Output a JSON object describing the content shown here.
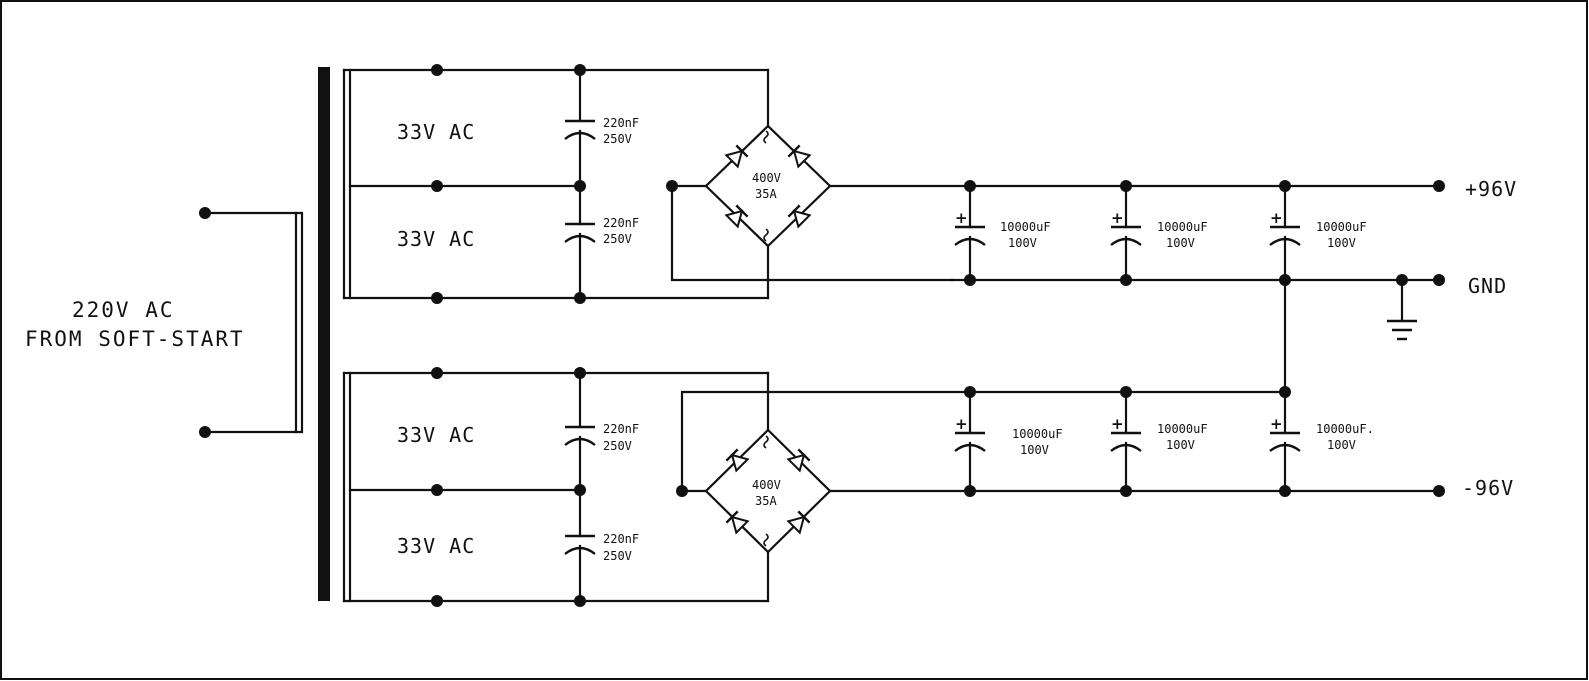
{
  "input": {
    "line1": "220V AC",
    "line2": "FROM SOFT-START"
  },
  "windings": [
    {
      "label": "33V AC"
    },
    {
      "label": "33V AC"
    },
    {
      "label": "33V AC"
    },
    {
      "label": "33V AC"
    }
  ],
  "film_caps": [
    {
      "value": "220nF",
      "voltage": "250V"
    },
    {
      "value": "220nF",
      "voltage": "250V"
    },
    {
      "value": "220nF",
      "voltage": "250V"
    },
    {
      "value": "220nF",
      "voltage": "250V"
    }
  ],
  "bridges": [
    {
      "voltage": "400V",
      "current": "35A"
    },
    {
      "voltage": "400V",
      "current": "35A"
    }
  ],
  "electrolytics": [
    {
      "value": "10000uF",
      "voltage": "100V"
    },
    {
      "value": "10000uF",
      "voltage": "100V"
    },
    {
      "value": "10000uF",
      "voltage": "100V"
    },
    {
      "value": "10000uF",
      "voltage": "100V"
    },
    {
      "value": "10000uF",
      "voltage": "100V"
    },
    {
      "value": "10000uF.",
      "voltage": "100V"
    }
  ],
  "polarity_mark": "+",
  "outputs": {
    "positive": "+96V",
    "ground": "GND",
    "negative": "-96V"
  }
}
